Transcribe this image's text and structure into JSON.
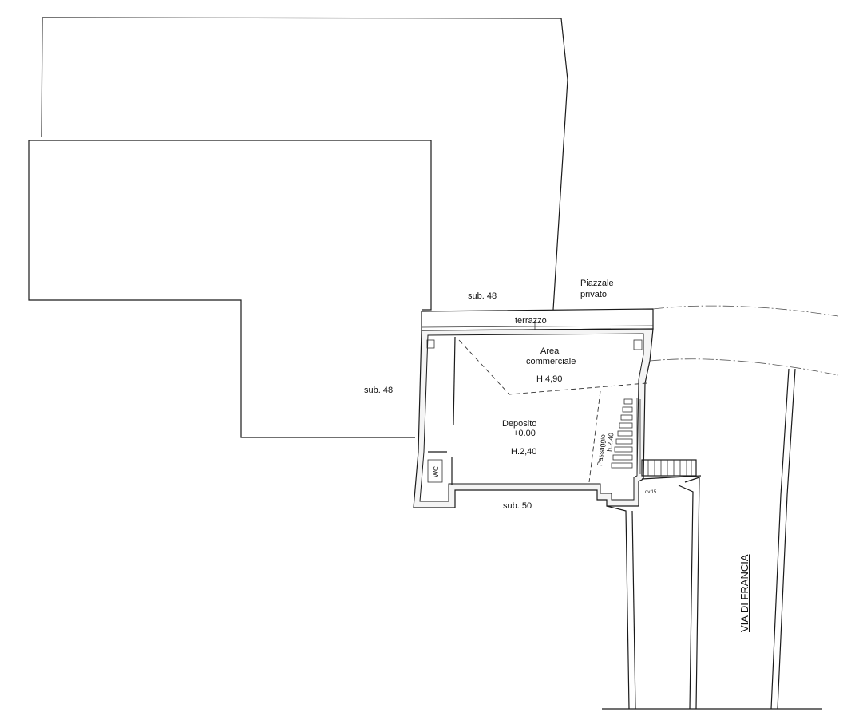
{
  "labels": {
    "sub48_top": "sub. 48",
    "sub48_left": "sub. 48",
    "piazzale_line1": "Piazzale",
    "piazzale_line2": "privato",
    "terrazzo": "terrazzo",
    "area_line1": "Area",
    "area_line2": "commerciale",
    "area_height": "H.4,90",
    "deposito_line1": "Deposito",
    "deposito_line2": "+0.00",
    "deposito_height": "H.2,40",
    "passaggio_line1": "Passaggio",
    "passaggio_line2": "h.2.40",
    "wc": "WC",
    "sub50": "sub. 50",
    "small_mark": "dv.15",
    "street": "VIA DI FRANCIA"
  }
}
